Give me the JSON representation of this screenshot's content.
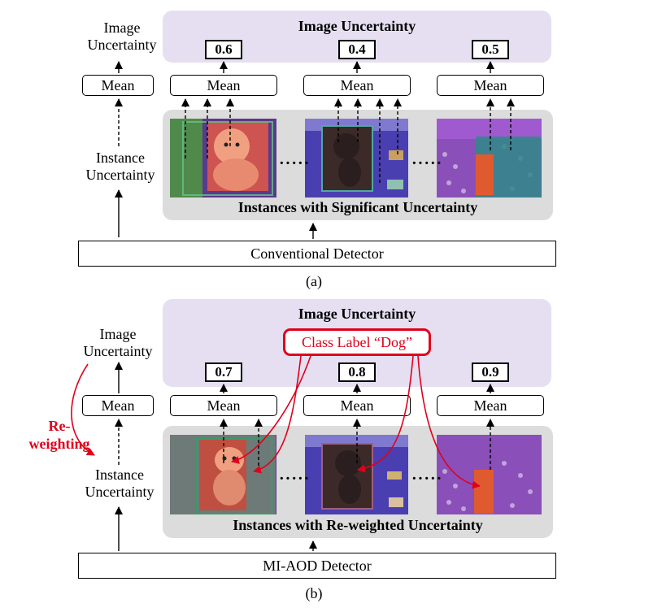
{
  "panel_a": {
    "image_uncertainty_title": "Image Uncertainty",
    "left_image_label": "Image\nUncertainty",
    "left_instance_label": "Instance\nUncertainty",
    "mean": "Mean",
    "values": [
      "0.6",
      "0.4",
      "0.5"
    ],
    "dots": "·····",
    "instances_title": "Instances with Significant Uncertainty",
    "detector": "Conventional Detector",
    "caption": "(a)"
  },
  "panel_b": {
    "image_uncertainty_title": "Image Uncertainty",
    "class_label": "Class Label “Dog”",
    "left_image_label": "Image\nUncertainty",
    "left_instance_label": "Instance\nUncertainty",
    "reweighting": "Re-\nweighting",
    "mean": "Mean",
    "values": [
      "0.7",
      "0.8",
      "0.9"
    ],
    "dots": "·····",
    "instances_title": "Instances with Re-weighted Uncertainty",
    "detector": "MI-AOD Detector",
    "caption": "(b)"
  },
  "colors": {
    "lavender": "#e6dff2",
    "gray_panel": "#dcdcdc",
    "red": "#e0001b",
    "purple_overlay": "#7a3fc2",
    "red_overlay": "#e0504a",
    "green_overlay": "#6fbf8a"
  },
  "icons": [
    "dog-photo-1",
    "dog-photo-2",
    "dog-photo-3"
  ]
}
